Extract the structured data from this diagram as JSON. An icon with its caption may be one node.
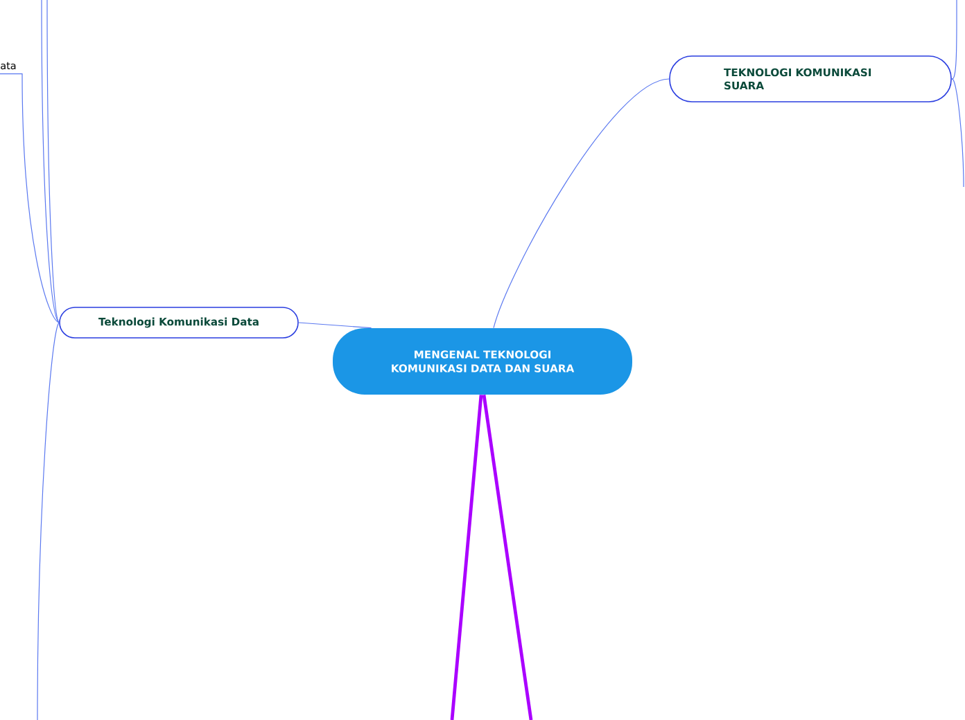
{
  "diagram": {
    "nodes": [
      {
        "text": [
          "MENGENAL TEKNOLOGI KOMUNIKASI DATA DAN SUARA"
        ]
      },
      {
        "text": [
          "TEKNOLOGI KOMUNIKASI SUARA"
        ]
      },
      {
        "text": [
          "Teknologi Komunikasi Data"
        ]
      },
      {
        "text": [
          "ata"
        ]
      }
    ],
    "edges": [
      {
        "from": 0,
        "to": 1,
        "arrow": "none"
      },
      {
        "from": 0,
        "to": 2,
        "arrow": "none"
      },
      {
        "from": 0,
        "to": null,
        "arrow": "none",
        "style": "thick",
        "color": "#aa00ff"
      },
      {
        "from": 0,
        "to": null,
        "arrow": "none",
        "style": "thick",
        "color": "#aa00ff"
      },
      {
        "from": 1,
        "to": null,
        "arrow": "none"
      },
      {
        "from": 1,
        "to": null,
        "arrow": "none"
      },
      {
        "from": 2,
        "to": 3,
        "arrow": "none"
      },
      {
        "from": 2,
        "to": null,
        "arrow": "none"
      },
      {
        "from": 2,
        "to": null,
        "arrow": "none"
      },
      {
        "from": 2,
        "to": null,
        "arrow": "none"
      }
    ]
  }
}
